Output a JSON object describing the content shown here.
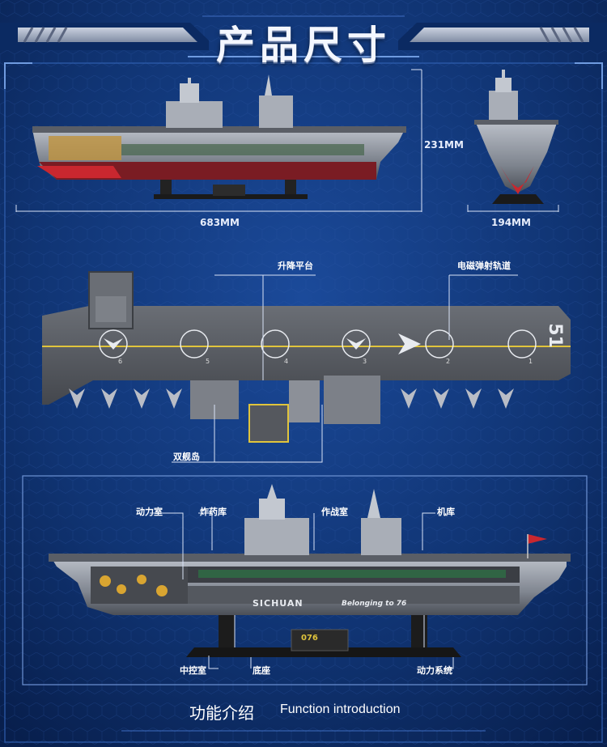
{
  "header": {
    "title": "产品尺寸"
  },
  "dimensions": {
    "length": "683MM",
    "height": "231MM",
    "width": "194MM"
  },
  "top_view": {
    "labels": {
      "elevator": "升降平台",
      "catapult": "电磁弹射轨道",
      "island": "双舰岛"
    },
    "hull_number": "51",
    "deck_spots": [
      "6",
      "5",
      "4",
      "3",
      "2",
      "1"
    ]
  },
  "section_view": {
    "labels": {
      "power_room": "动力室",
      "magazine": "炸药库",
      "combat_room": "作战室",
      "hangar": "机库",
      "control_room": "中控室",
      "base": "底座",
      "power_system": "动力系统"
    },
    "hull_text": "SICHUAN",
    "hull_side_text": "Belonging to 76",
    "badge_text": "076"
  },
  "footer": {
    "title_zh": "功能介绍",
    "title_en": "Function introduction"
  },
  "colors": {
    "background": "#0c2a66",
    "panel_border": "#5f86c8",
    "deck": "#55585e",
    "hull_red": "#8a1f24",
    "hull_grey": "#9aa0aa"
  }
}
